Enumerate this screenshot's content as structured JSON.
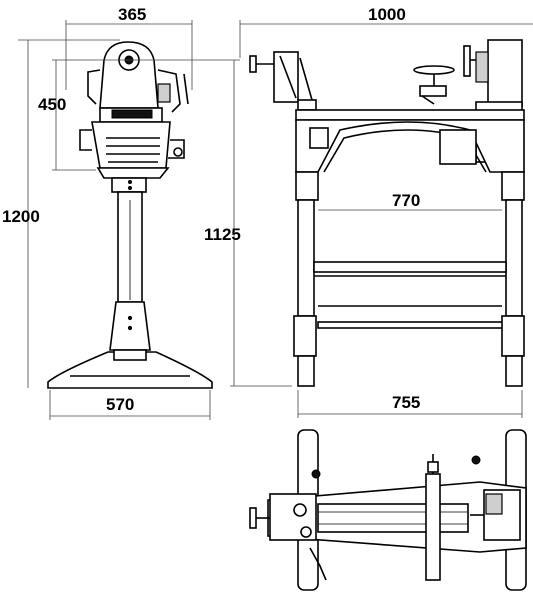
{
  "dimensions": {
    "front_width": "365",
    "front_height_upper": "450",
    "front_total_height": "1200",
    "front_base_width": "570",
    "side_length": "1000",
    "side_height": "1125",
    "side_leg_span": "770",
    "side_base_length": "755"
  }
}
